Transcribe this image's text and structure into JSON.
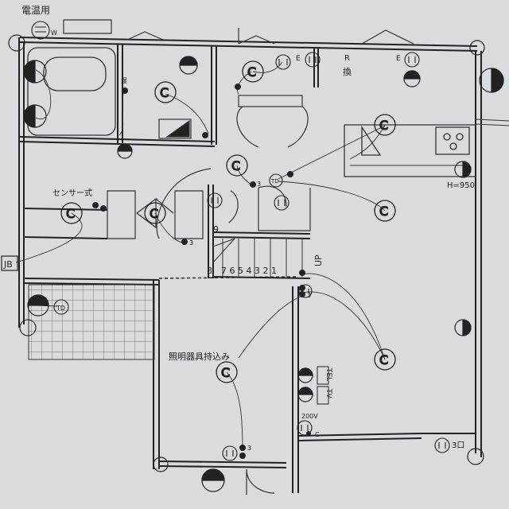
{
  "labels": {
    "denon": "電温用",
    "sensor": "センサー式",
    "lighting_brought_in": "照明器具持込み",
    "jb": "JB",
    "height": "H=950",
    "up": "UP",
    "ventilation": "換",
    "tel": "TEL",
    "tv": "TV",
    "v200": "200V",
    "three_outlets": "3口",
    "stair_numbers": "7 6 5 4 3 2 1",
    "stair_8": "8",
    "stair_9": "9",
    "wet": "湿",
    "r": "R",
    "e": "E",
    "w": "W",
    "c": "C",
    "td": "TD",
    "three": "3"
  },
  "colors": {
    "paper": "#d9dbde",
    "ink": "#1e1e1e"
  }
}
